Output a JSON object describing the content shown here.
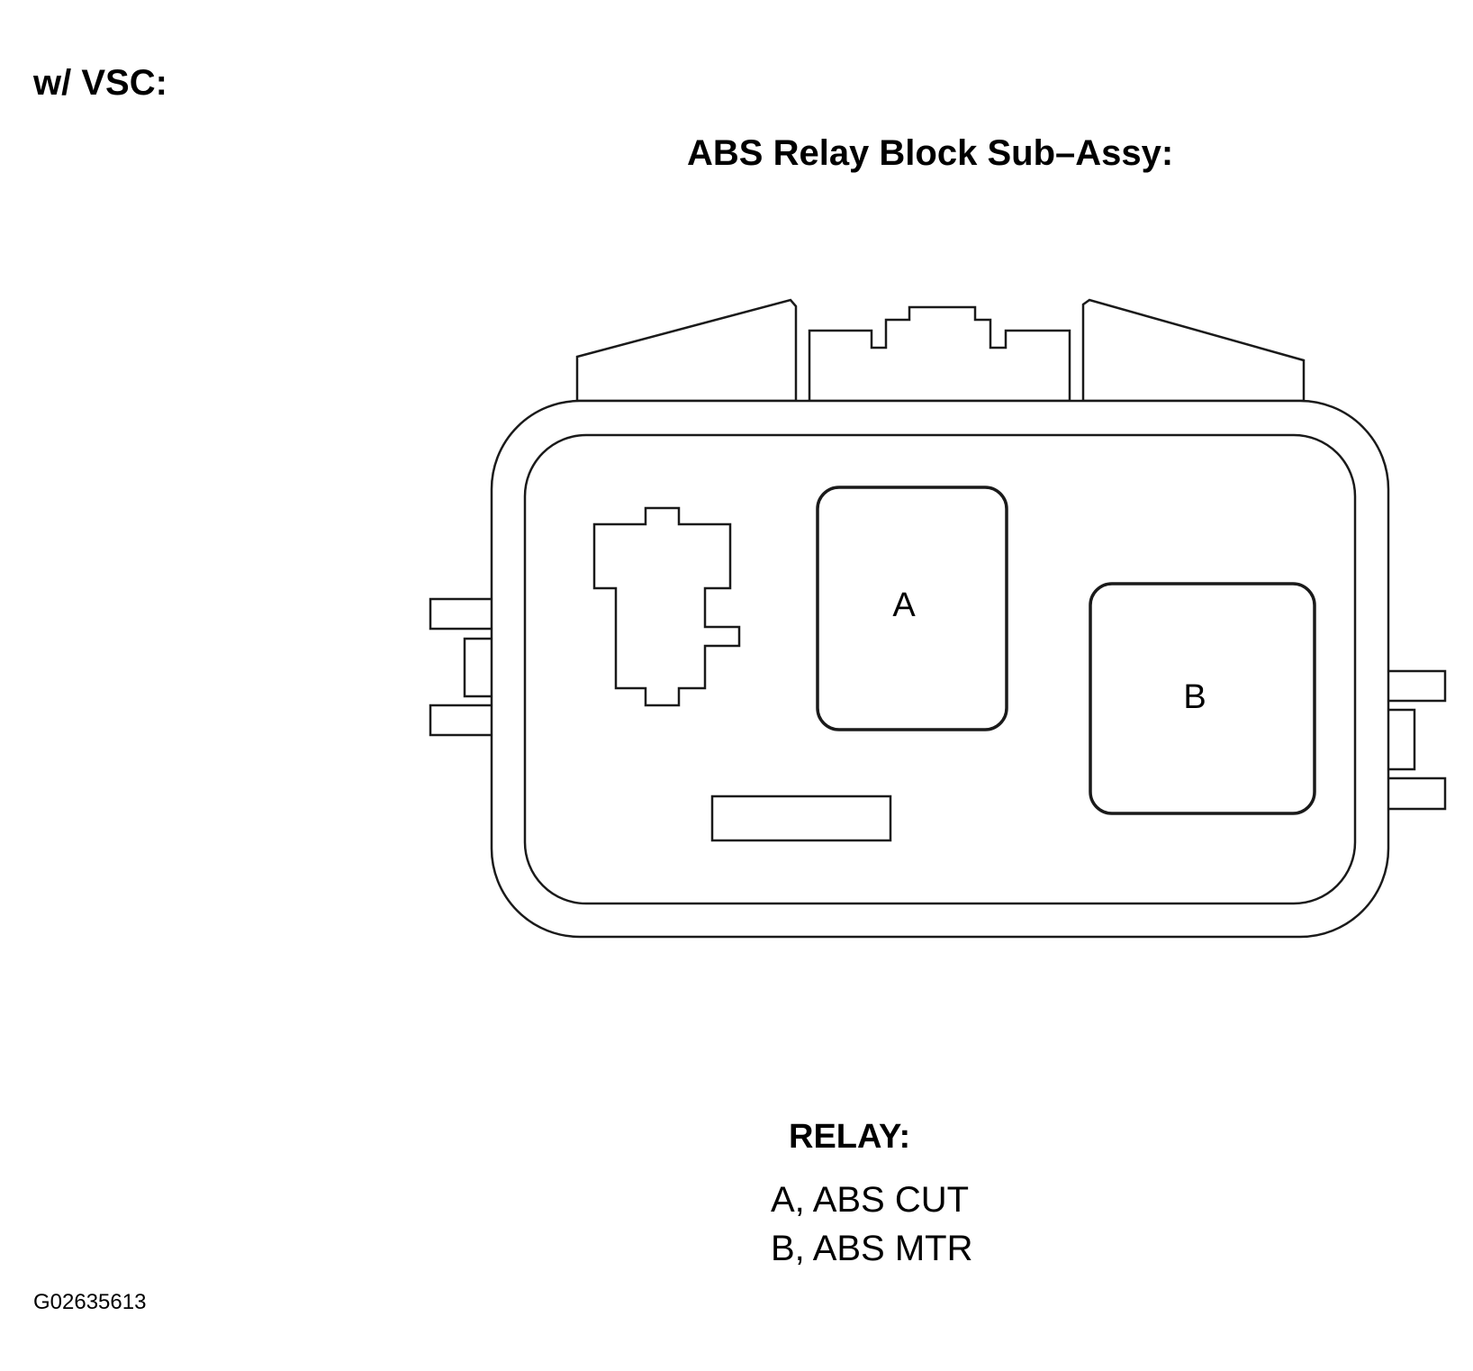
{
  "variant_label": "w/ VSC:",
  "component_title": "ABS Relay Block Sub–Assy:",
  "relays": {
    "a": {
      "label": "A"
    },
    "b": {
      "label": "B"
    }
  },
  "legend": {
    "title": "RELAY:",
    "items": [
      "A, ABS CUT",
      "B, ABS MTR"
    ]
  },
  "figure_id": "G02635613",
  "colors": {
    "line": "#1a1a1a",
    "background": "#ffffff"
  }
}
